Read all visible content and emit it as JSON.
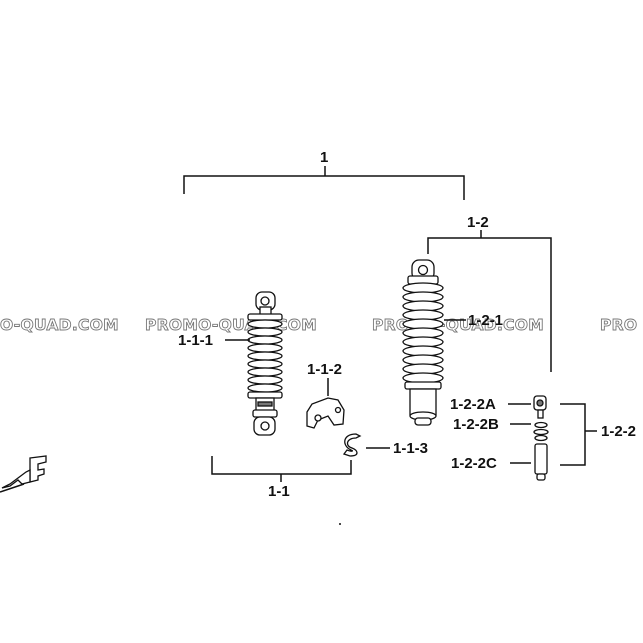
{
  "diagram": {
    "labels": {
      "assembly": "1",
      "front_shock_group": "1-1",
      "front_shock": "1-1-1",
      "bracket": "1-1-2",
      "clip": "1-1-3",
      "rear_shock_group": "1-2",
      "rear_shock": "1-2-1",
      "damper_group": "1-2-2",
      "part_a": "1-2-2A",
      "part_b": "1-2-2B",
      "part_c": "1-2-2C"
    },
    "watermark": {
      "text_1": "O-QUAD.COM",
      "text_2": "PROMO-QUAD.COM",
      "text_3": "PROMO-QUAD.COM",
      "text_4": "PRO"
    },
    "direction_marker": "F"
  }
}
